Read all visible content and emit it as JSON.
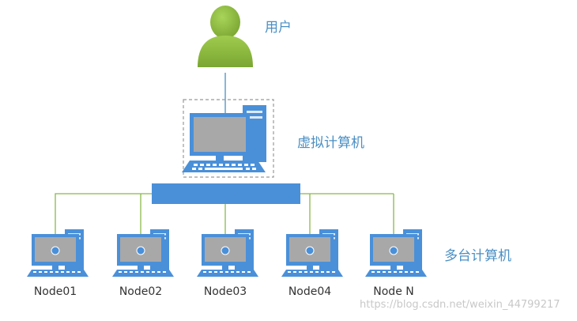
{
  "labels": {
    "user": "用户",
    "virtual_computer": "虚拟计算机",
    "multiple_computers": "多台计算机"
  },
  "nodes": [
    {
      "name": "Node01"
    },
    {
      "name": "Node02"
    },
    {
      "name": "Node03"
    },
    {
      "name": "Node04"
    },
    {
      "name": "Node N"
    }
  ],
  "watermark": "https://blog.csdn.net/weixin_44799217",
  "colors": {
    "user_green": "#8db83e",
    "computer_blue": "#4a90d9",
    "screen_gray": "#a8a8a8",
    "line_green": "#8ab84a",
    "arrow_blue": "#4a8fc4",
    "label_blue": "#4a8fc4"
  },
  "icons": {
    "user": "user-icon",
    "computer": "desktop-computer-icon"
  }
}
